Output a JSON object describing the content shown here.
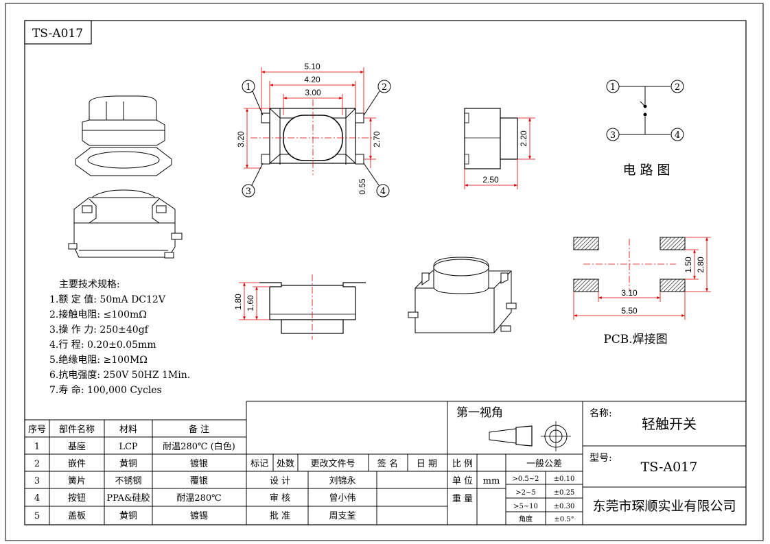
{
  "part_label": "TS-A017",
  "dims": {
    "d510": "5.10",
    "d420": "4.20",
    "d300": "3.00",
    "d320": "3.20",
    "d270": "2.70",
    "d055": "0.55",
    "d220": "2.20",
    "d250": "2.50",
    "d180": "1.80",
    "d160": "1.60",
    "d150": "1.50",
    "d280": "2.80",
    "d310": "3.10",
    "d550": "5.50"
  },
  "pins": [
    "1",
    "2",
    "3",
    "4"
  ],
  "circuit_title": "电 路 图",
  "pcb_title": "PCB.焊接图",
  "specs": {
    "heading": "主要技术规格:",
    "items": [
      "1.额 定 值: 50mA DC12V",
      "2.接触电阻: ≤100mΩ",
      "3.操 作 力: 250±40gf",
      "4.行    程: 0.20±0.05mm",
      "5.绝缘电阻: ≥100MΩ",
      "6.抗电强度: 250V 50HZ 1Min.",
      "7.寿    命: 100,000 Cycles"
    ]
  },
  "parts_table": {
    "headers": [
      "序号",
      "部件名称",
      "材料",
      "备    注"
    ],
    "rows": [
      [
        "1",
        "基座",
        "LCP",
        "耐温280℃ (白色)"
      ],
      [
        "2",
        "嵌件",
        "黄铜",
        "镀银"
      ],
      [
        "3",
        "簧片",
        "不锈钢",
        "覆银"
      ],
      [
        "4",
        "按钮",
        "PPA&硅胶",
        "耐温280℃"
      ],
      [
        "5",
        "盖板",
        "黄铜",
        "镀锡"
      ]
    ]
  },
  "revision": {
    "headers": [
      "标记",
      "处数",
      "更改文件号",
      "签 名",
      "日 期"
    ],
    "rows": [
      [
        "设  计",
        "刘锦永"
      ],
      [
        "审  核",
        "曾小伟"
      ],
      [
        "批  准",
        "周支荃"
      ]
    ]
  },
  "projection": {
    "label": "第一视角",
    "scale_label": "比 例",
    "unit_label": "单 位",
    "unit_value": "mm",
    "weight_label": "重 量"
  },
  "tolerance": {
    "title": "一般公差",
    "rows": [
      [
        ">0.5~2",
        "±0.10"
      ],
      [
        ">2~5",
        "±0.25"
      ],
      [
        ">5~10",
        "±0.30"
      ],
      [
        "角度",
        "±0.5°"
      ]
    ]
  },
  "title_block": {
    "name_label": "名称:",
    "name_value": "轻触开关",
    "model_label": "型号:",
    "model_value": "TS-A017",
    "company": "东莞市琛顺实业有限公司"
  }
}
